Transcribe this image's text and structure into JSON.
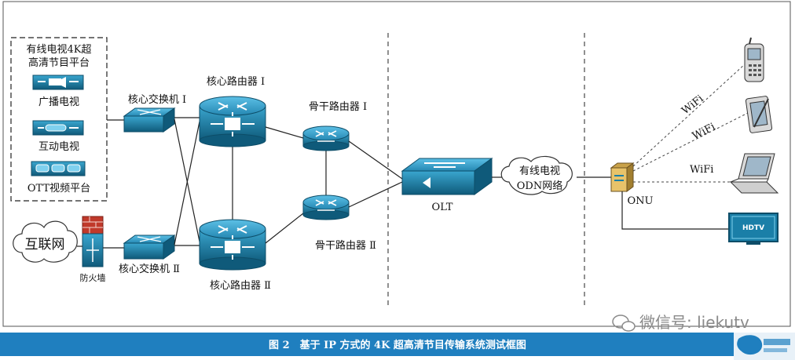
{
  "platform": {
    "title_line1": "有线电视4K超",
    "title_line2": "高清节目平台",
    "broadcast": "广播电视",
    "interactive": "互动电视",
    "ott": "OTT视频平台"
  },
  "internet": "互联网",
  "firewall": "防火墙",
  "core_switch_1": "核心交换机 I",
  "core_switch_2": "核心交换机 Ⅱ",
  "core_router_1": "核心路由器 I",
  "core_router_2": "核心路由器 Ⅱ",
  "backbone_router_1": "骨干路由器 I",
  "backbone_router_2": "骨干路由器 Ⅱ",
  "olt": "OLT",
  "odn_line1": "有线电视",
  "odn_line2": "ODN网络",
  "onu": "ONU",
  "wifi": "WiFi",
  "hdtv": "HDTV",
  "caption": "图 2　基于 IP 方式的 4K 超高清节目传输系统测试框图",
  "watermark": "微信号: liekutv",
  "colors": {
    "device_blue": "#1a7fa8",
    "device_dark": "#0f5a7a",
    "caption_bar": "#1f7fbf"
  }
}
